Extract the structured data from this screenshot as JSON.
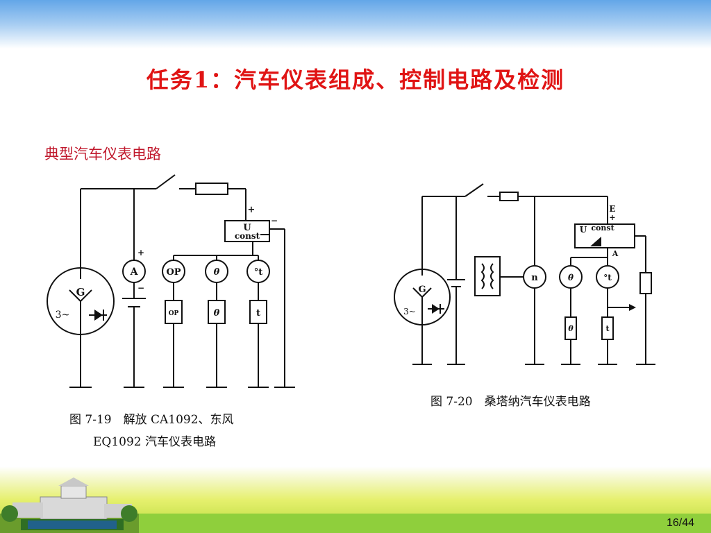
{
  "slide": {
    "title": "任务1：汽车仪表组成、控制电路及检测",
    "subtitle": "典型汽车仪表电路",
    "page": "16/44"
  },
  "figure1": {
    "caption_line1": "图 7-19　解放 CA1092、东风",
    "caption_line2": "EQ1092 汽车仪表电路",
    "labels": {
      "generator": "G",
      "phase": "3~",
      "ammeter": "A",
      "oil_pressure": "OP",
      "oil_sensor": "OP",
      "temp_gauge": "θ",
      "temp_sensor": "θ",
      "fuel_gauge": "°t",
      "fuel_sensor": "t",
      "stabilizer_u": "U",
      "stabilizer_const": "const",
      "plus_top": "+",
      "minus_top": "−",
      "plus_ammeter": "+",
      "minus_ammeter": "−"
    }
  },
  "figure2": {
    "caption": "图 7-20　桑塔纳汽车仪表电路",
    "labels": {
      "generator": "G",
      "phase": "3~",
      "tach": "n",
      "temp_gauge": "θ",
      "fuel_gauge": "°t",
      "temp_sensor": "θ",
      "fuel_sensor": "t",
      "stabilizer_u": "U",
      "stabilizer_const": "const",
      "e_label": "E",
      "plus": "+",
      "a_label": "A"
    }
  },
  "colors": {
    "title": "#e01414",
    "subtitle": "#c0182c"
  }
}
